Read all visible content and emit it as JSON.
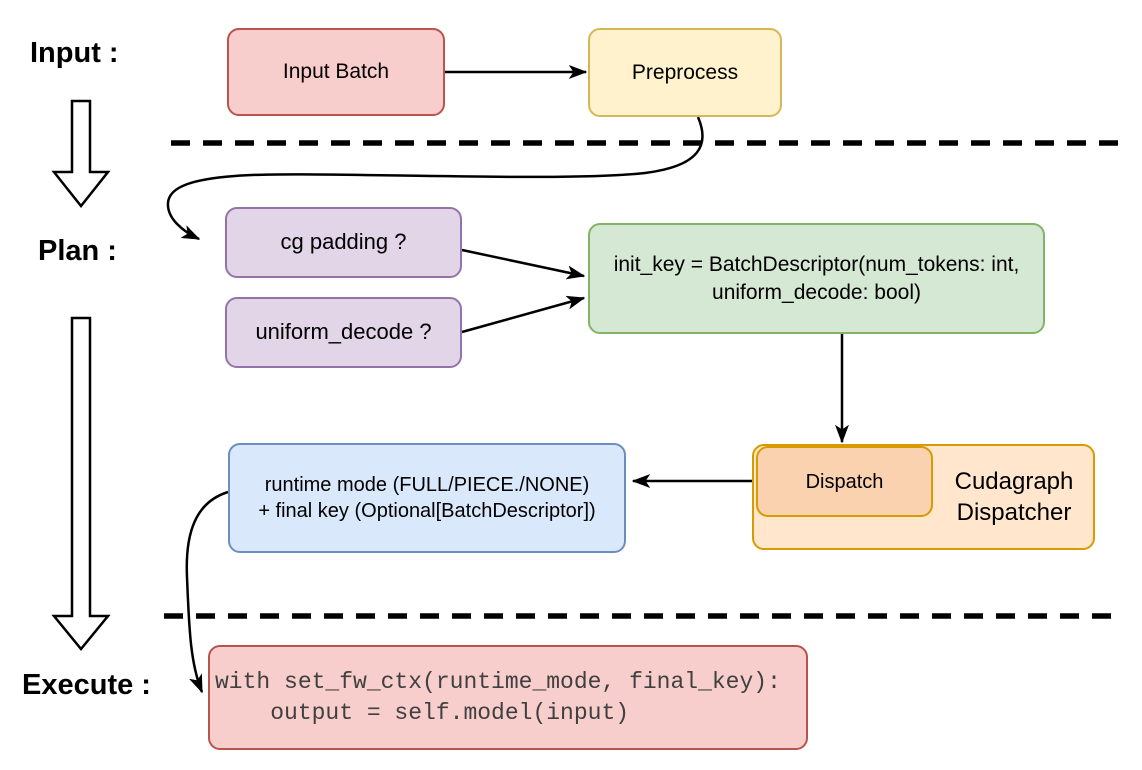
{
  "diagram": {
    "background": "#FFFFFF",
    "connector_color": "#000000",
    "stage_labels": {
      "input": "Input :",
      "plan": "Plan :",
      "execute": "Execute :"
    },
    "nodes": {
      "input_batch": {
        "label": "Input Batch",
        "fill": "#F8CECC",
        "border": "#B85450"
      },
      "preprocess": {
        "label": "Preprocess",
        "fill": "#FFF2CC",
        "border": "#D6B656"
      },
      "cg_padding": {
        "label": "cg padding ?",
        "fill": "#E1D5E7",
        "border": "#9673A6"
      },
      "uniform_decode": {
        "label": "uniform_decode ?",
        "fill": "#E1D5E7",
        "border": "#9673A6"
      },
      "init_key": {
        "line1": "init_key = BatchDescriptor(num_tokens: int,",
        "line2": "uniform_decode: bool)",
        "fill": "#D5E8D4",
        "border": "#82B366"
      },
      "dispatch": {
        "label": "Dispatch",
        "fill": "#FAD2B0",
        "border": "#D79B00"
      },
      "cudagraph_dispatcher": {
        "line1": "Cudagraph",
        "line2": "Dispatcher",
        "fill": "#FFE6CC",
        "border": "#D79B00"
      },
      "runtime_mode": {
        "line1": "runtime mode (FULL/PIECE./NONE)",
        "line2": "+ final key (Optional[BatchDescriptor])",
        "fill": "#DAE8FC",
        "border": "#6C8EBF"
      },
      "execute_code": {
        "line1": "with set_fw_ctx(runtime_mode, final_key):",
        "line2": "    output = self.model(input)",
        "fill": "#F8CECC",
        "border": "#B85450"
      }
    }
  }
}
